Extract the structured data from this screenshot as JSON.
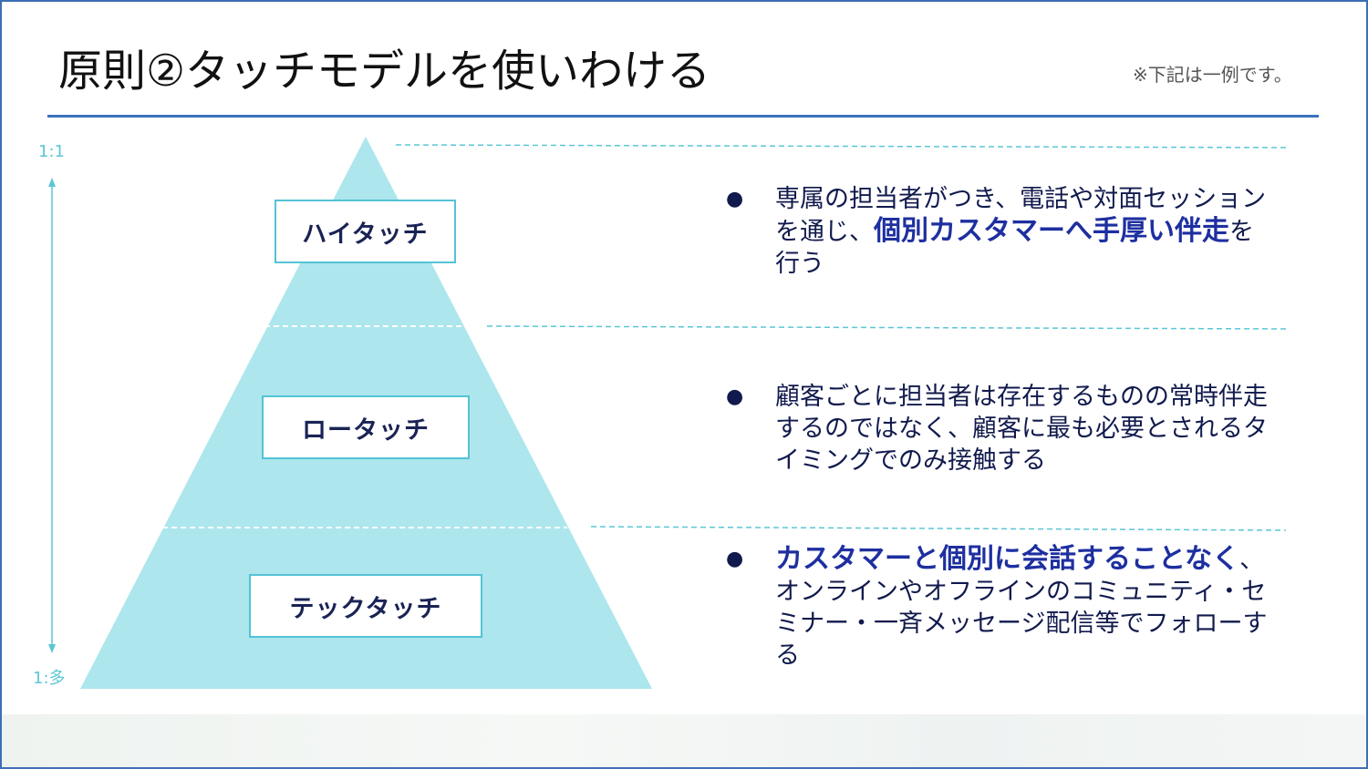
{
  "title": "原則②タッチモデルを使いわける",
  "note": "※下記は一例です。",
  "scale": {
    "top_label": "1:1",
    "bottom_label": "1:多"
  },
  "tiers": [
    {
      "name": "ハイタッチ",
      "text_before": "専属の担当者がつき、電話や対面セッションを通じ、",
      "highlight": "個別カスタマーへ手厚い伴走",
      "text_after": "を行う"
    },
    {
      "name": "ロータッチ",
      "text_before": "顧客ごとに担当者は存在するものの常時伴走するのではなく、顧客に最も必要とされるタイミングでのみ接触する",
      "highlight": "",
      "text_after": ""
    },
    {
      "name": "テックタッチ",
      "text_before": "",
      "highlight": "カスタマーと個別に会話することなく",
      "text_after": "、オンラインやオフラインのコミュニティ・セミナー・一斉メッセージ配信等でフォローする"
    }
  ],
  "bullet": "●",
  "colors": {
    "pyramid": "#ade6ed",
    "accent": "#53c3d6",
    "rule": "#3a73bc",
    "text": "#111a4d",
    "highlight": "#1e2fa0"
  }
}
